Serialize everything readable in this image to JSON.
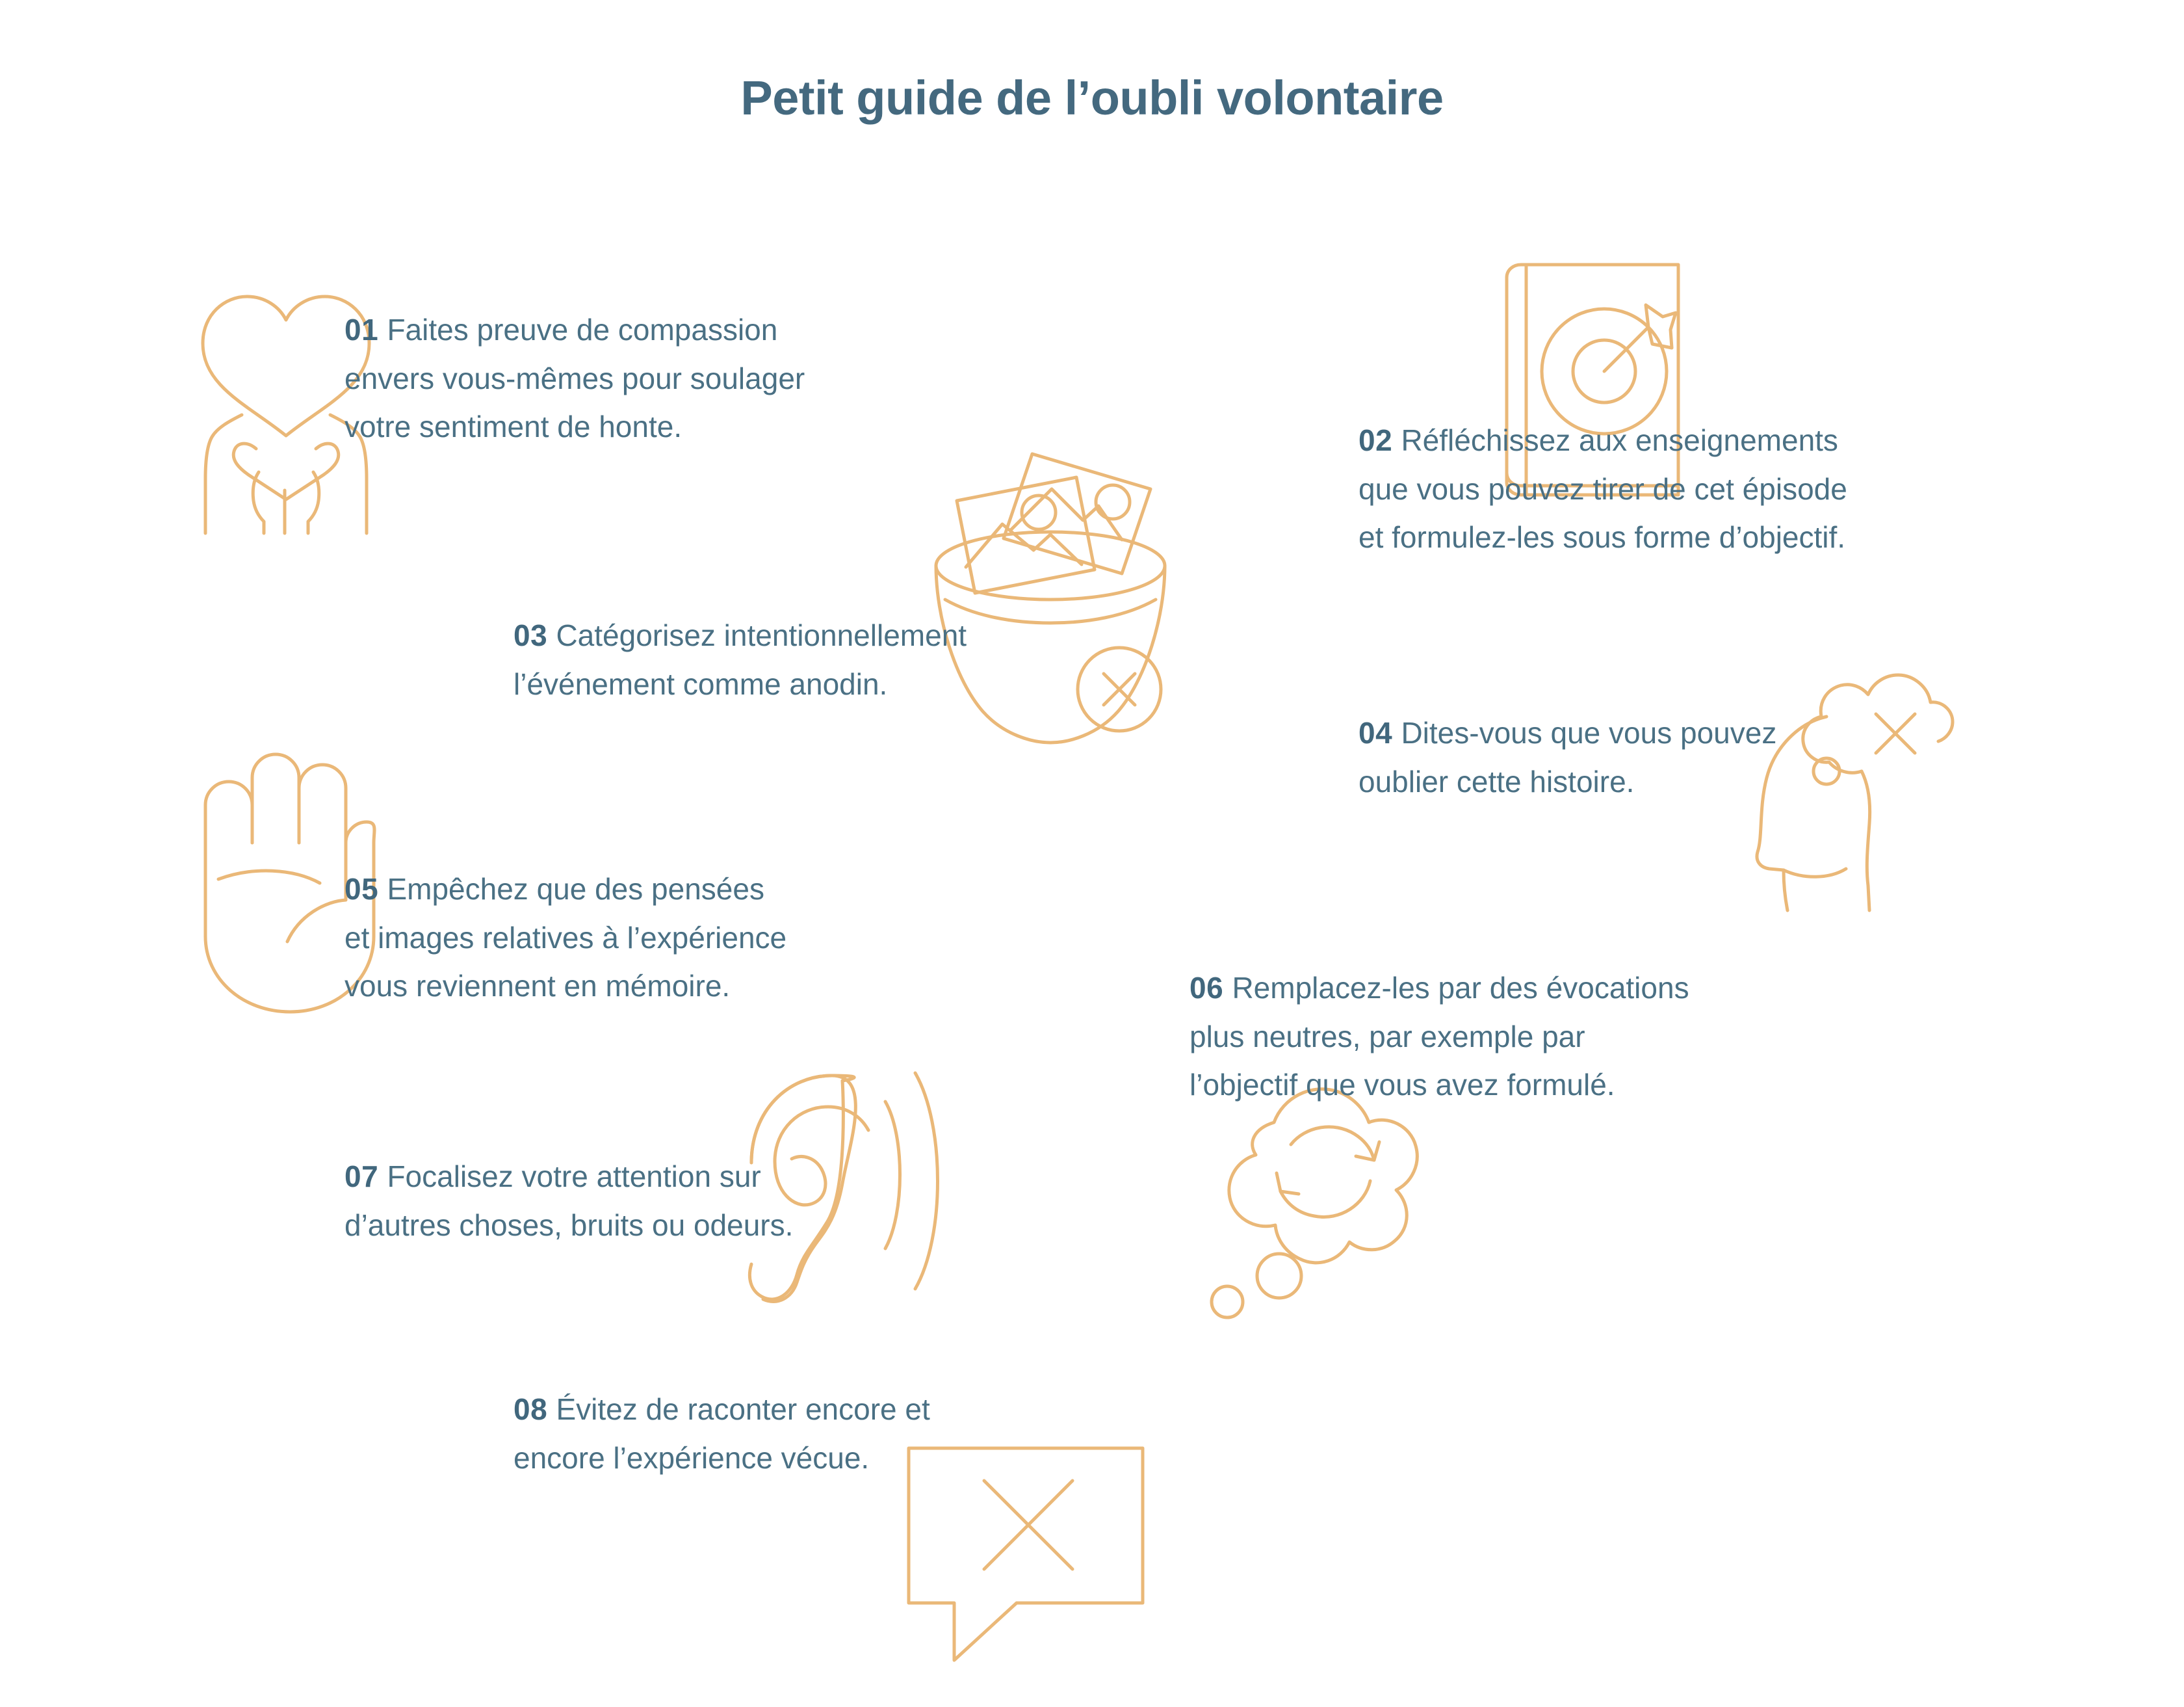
{
  "page": {
    "title": "Petit guide de l’oubli volontaire",
    "background_color": "#ffffff",
    "text_color": "#4a7084",
    "number_color": "#41677d",
    "icon_color": "#eab878",
    "language": "fr"
  },
  "steps": [
    {
      "number": "01",
      "text": "Faites preuve de compassion\nenvers vous-mêmes pour soulager\nvotre sentiment de honte.",
      "icon": "heart-in-hands-icon"
    },
    {
      "number": "02",
      "text": "Réfléchissez aux enseignements\nque vous pouvez tirer de cet épisode\net formulez-les sous forme d’objectif.",
      "icon": "book-with-target-icon"
    },
    {
      "number": "03",
      "text": "Catégorisez intentionnellement\nl’événement comme anodin.",
      "icon": "photos-in-bin-icon"
    },
    {
      "number": "04",
      "text": "Dites-vous que vous pouvez\noublier cette histoire.",
      "icon": "head-thought-cross-icon"
    },
    {
      "number": "05",
      "text": "Empêchez que des pensées\net images relatives à l’expérience\nvous reviennent en mémoire.",
      "icon": "open-palm-stop-icon"
    },
    {
      "number": "06",
      "text": "Remplacez-les par des évocations\nplus neutres, par exemple par\nl’objectif que vous avez formulé.",
      "icon": "thought-cloud-refresh-icon"
    },
    {
      "number": "07",
      "text": "Focalisez votre attention sur\nd’autres choses, bruits ou odeurs.",
      "icon": "ear-soundwaves-icon"
    },
    {
      "number": "08",
      "text": "Évitez de raconter encore et\nencore l’expérience vécue.",
      "icon": "speech-bubble-cross-icon"
    }
  ]
}
